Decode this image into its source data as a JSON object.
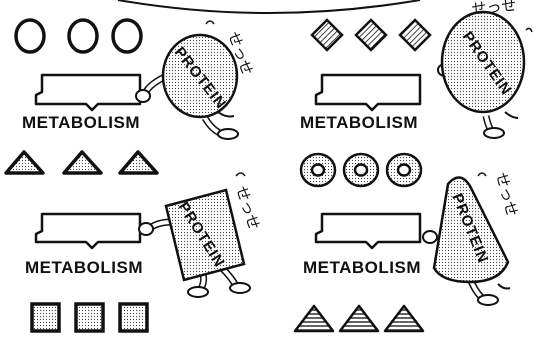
{
  "labels": {
    "metabolism": "METABOLISM",
    "protein": "PROTEIN",
    "effort_sfx": "せっせ"
  },
  "panels": [
    {
      "name": "top-left",
      "input_shape": "open-circle",
      "input_count": 3,
      "output_shape": "dotted-triangle",
      "output_count": 3,
      "protein_shape": "dotted-circle",
      "metabolism_text": "METABOLISM",
      "protein_text": "PROTEIN",
      "sfx_text": "せっせ"
    },
    {
      "name": "top-right",
      "input_shape": "hatched-diamond",
      "input_count": 3,
      "output_shape": "donut",
      "output_count": 3,
      "protein_shape": "dotted-circle",
      "metabolism_text": "METABOLISM",
      "protein_text": "PROTEIN",
      "sfx_text": "せっせ"
    },
    {
      "name": "bottom-left",
      "input_shape": "dotted-triangle",
      "input_count": 3,
      "output_shape": "dotted-square",
      "output_count": 3,
      "protein_shape": "dotted-rectangle",
      "metabolism_text": "METABOLISM",
      "protein_text": "PROTEIN",
      "sfx_text": "せっせ"
    },
    {
      "name": "bottom-right",
      "input_shape": "donut",
      "input_count": 3,
      "output_shape": "striped-triangle",
      "output_count": 3,
      "protein_shape": "dotted-cone",
      "metabolism_text": "METABOLISM",
      "protein_text": "PROTEIN",
      "sfx_text": "せっせ"
    }
  ]
}
